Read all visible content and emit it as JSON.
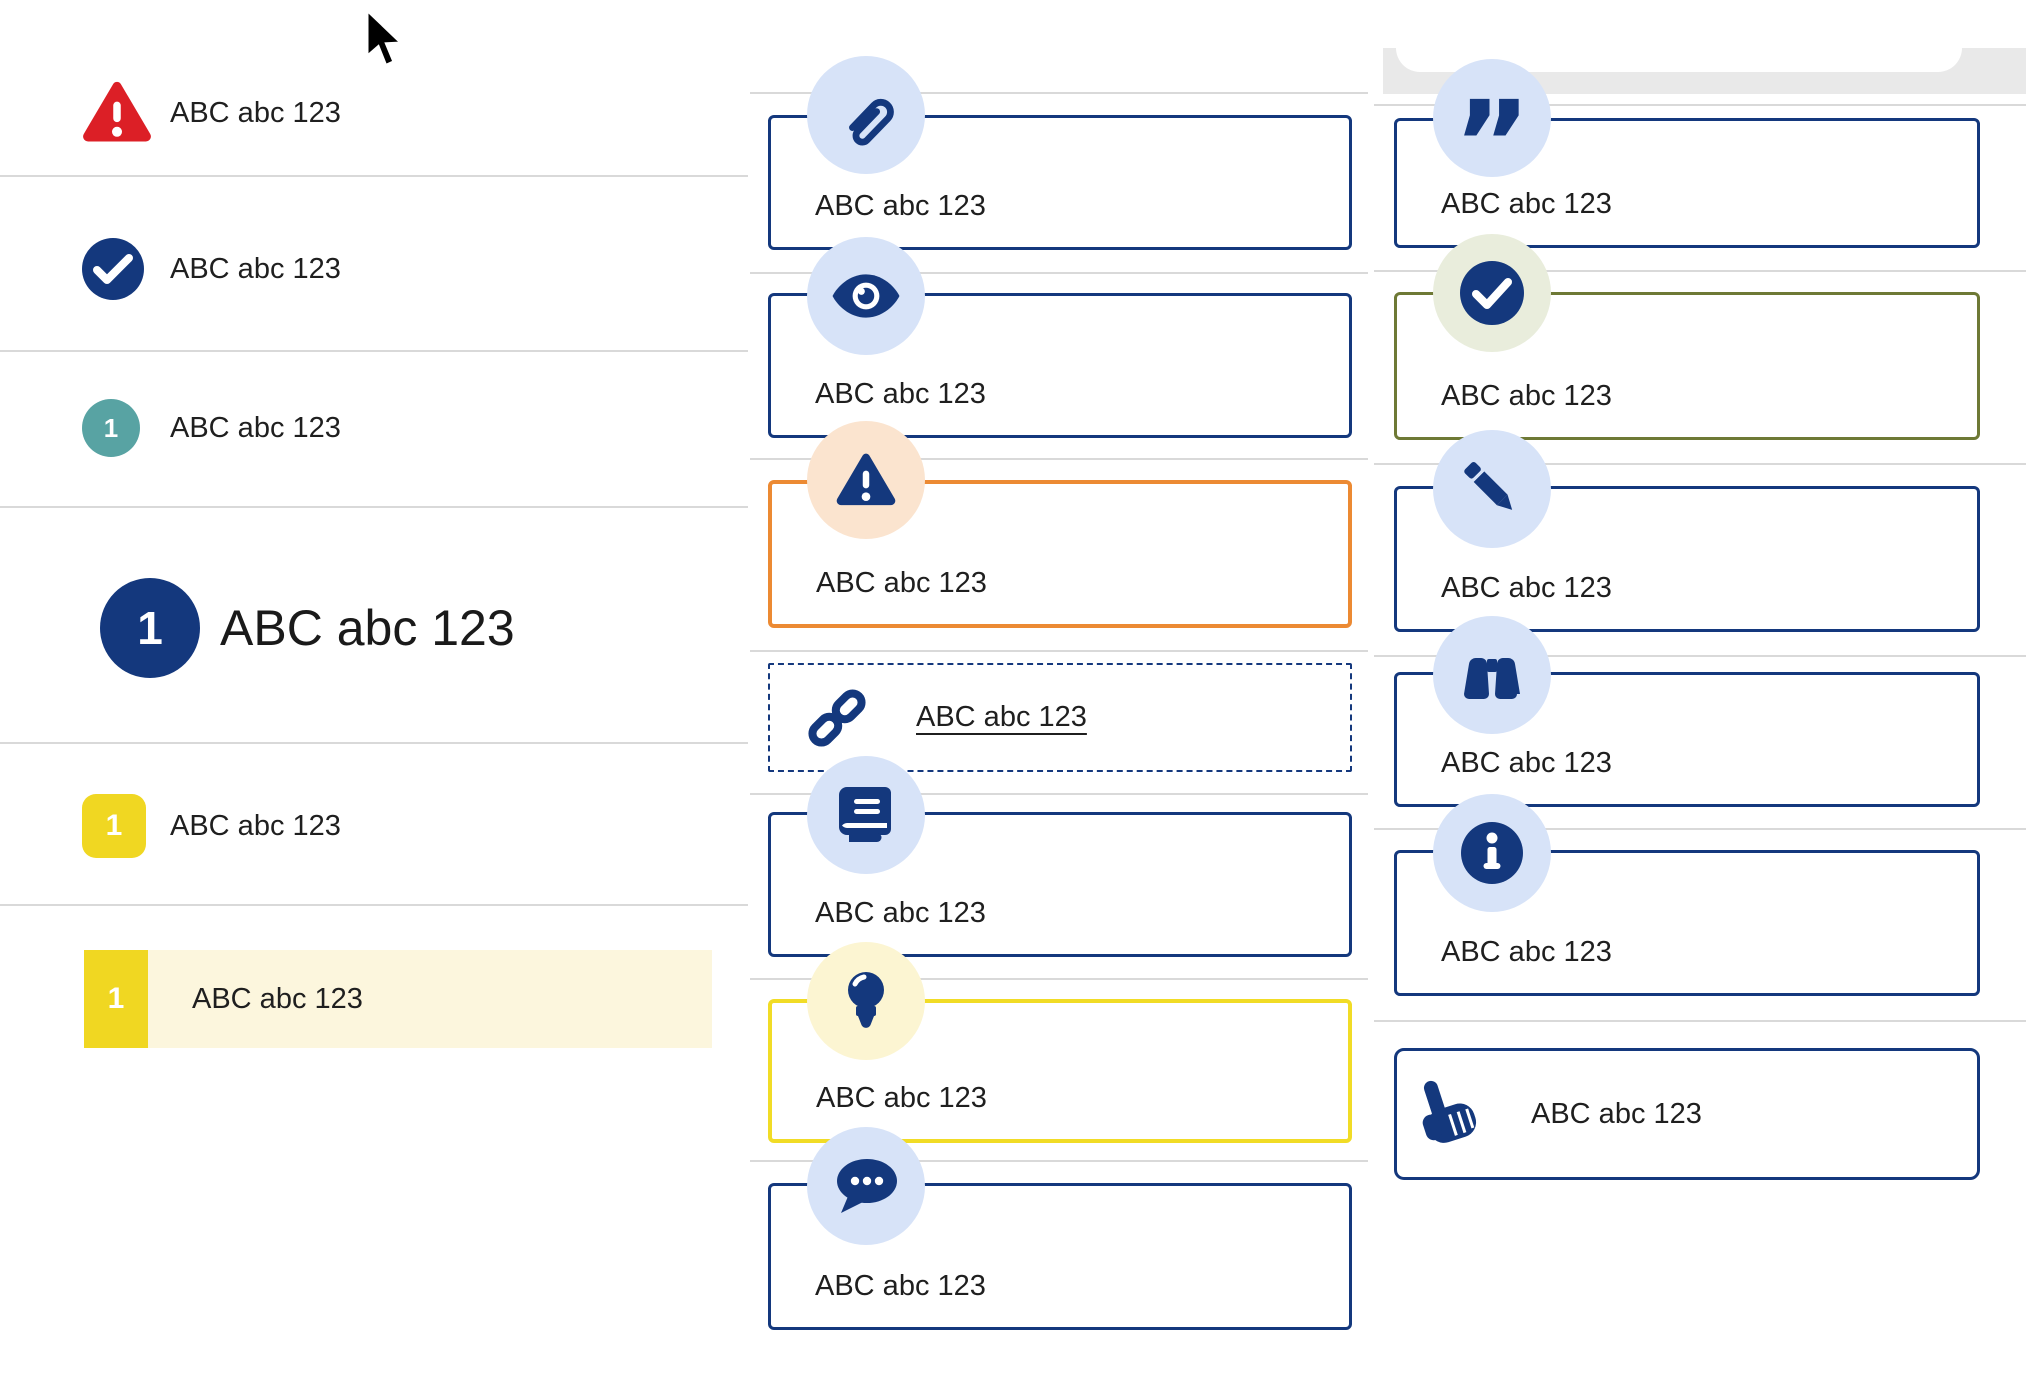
{
  "colors": {
    "navy": "#14387d",
    "red": "#dc1f26",
    "teal": "#58a3a3",
    "yellow_badge": "#f0d722",
    "highlight_row_bg": "#fcf6dd",
    "orange_border": "#ec8a33",
    "yellow_border": "#f1dc26",
    "olive_border": "#6e7935",
    "light_blue_circle": "#d7e3f8",
    "peach_circle": "#fbe4cf",
    "pale_yellow_circle": "#fcf5d2",
    "sage_circle": "#e9eddc",
    "divider": "#d9d9d9",
    "text": "#1f1f1f"
  },
  "left_list": {
    "items": [
      {
        "icon": "warning-triangle-icon",
        "label": "ABC abc 123",
        "variant": "alert"
      },
      {
        "icon": "check-circle-icon",
        "label": "ABC abc 123",
        "variant": "success"
      },
      {
        "icon": "number-badge",
        "badge": "1",
        "label": "ABC abc 123",
        "variant": "teal-step"
      },
      {
        "icon": "number-badge",
        "badge": "1",
        "label": "ABC abc 123",
        "variant": "large-step"
      },
      {
        "icon": "number-badge",
        "badge": "1",
        "label": "ABC abc 123",
        "variant": "yellow-step"
      },
      {
        "icon": "number-badge",
        "badge": "1",
        "label": "ABC abc 123",
        "variant": "yellow-step-highlighted"
      }
    ]
  },
  "middle_cards": [
    {
      "icon": "paperclip-icon",
      "label": "ABC abc 123",
      "style": "navy"
    },
    {
      "icon": "eye-icon",
      "label": "ABC abc 123",
      "style": "navy"
    },
    {
      "icon": "warning-triangle-icon",
      "label": "ABC abc 123",
      "style": "orange"
    },
    {
      "icon": "link-icon",
      "label": "ABC abc 123",
      "style": "dashed-link"
    },
    {
      "icon": "book-icon",
      "label": "ABC abc 123",
      "style": "navy"
    },
    {
      "icon": "lightbulb-icon",
      "label": "ABC abc 123",
      "style": "yellow"
    },
    {
      "icon": "chat-bubble-icon",
      "label": "ABC abc 123",
      "style": "navy"
    }
  ],
  "right_cards": [
    {
      "icon": "quote-icon",
      "label": "ABC abc 123",
      "style": "navy"
    },
    {
      "icon": "check-circle-icon",
      "label": "ABC abc 123",
      "style": "olive"
    },
    {
      "icon": "pencil-icon",
      "label": "ABC abc 123",
      "style": "navy"
    },
    {
      "icon": "binoculars-icon",
      "label": "ABC abc 123",
      "style": "navy"
    },
    {
      "icon": "info-icon",
      "label": "ABC abc 123",
      "style": "navy"
    },
    {
      "icon": "hand-pointer-icon",
      "label": "ABC abc 123",
      "style": "navy-inline"
    }
  ]
}
